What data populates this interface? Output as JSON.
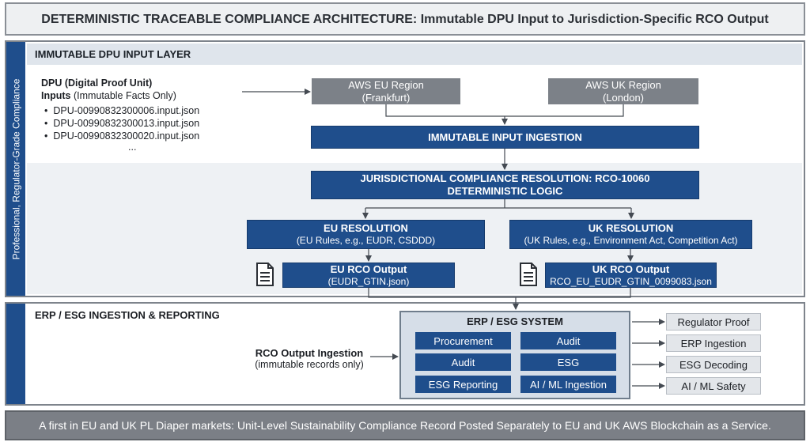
{
  "title": "DETERMINISTIC TRACEABLE COMPLIANCE ARCHITECTURE: Immutable DPU Input to Jurisdiction-Specific RCO Output",
  "side_label": "Professional, Regulator-Grade Compliance",
  "input_layer": {
    "header": "IMMUTABLE DPU INPUT LAYER",
    "dpu_title": "DPU (Digital Proof Unit)",
    "inputs_label": "Inputs",
    "inputs_note": "(Immutable Facts Only)",
    "files": [
      "DPU-00990832300006.input.json",
      "DPU-00990832300013.input.json",
      "DPU-00990832300020.input.json"
    ],
    "ellipsis": "...",
    "aws_eu": {
      "name": "AWS EU Region",
      "location": "(Frankfurt)"
    },
    "aws_uk": {
      "name": "AWS UK Region",
      "location": "(London)"
    },
    "ingestion": "IMMUTABLE INPUT INGESTION",
    "resolution": {
      "line1": "JURISDICTIONAL COMPLIANCE RESOLUTION: RCO-10060",
      "line2": "DETERMINISTIC LOGIC"
    },
    "eu_resolution": {
      "title": "EU RESOLUTION",
      "detail": "(EU Rules, e.g., EUDR, CSDDD)"
    },
    "uk_resolution": {
      "title": "UK RESOLUTION",
      "detail": "(UK Rules, e.g., Environment Act, Competition Act)"
    },
    "eu_output": {
      "title": "EU RCO Output",
      "file": "(EUDR_GTIN.json)"
    },
    "uk_output": {
      "title": "UK RCO Output",
      "file": "RCO_EU_EUDR_GTIN_0099083.json"
    }
  },
  "erp_layer": {
    "header": "ERP / ESG INGESTION & REPORTING",
    "ingest_title": "RCO Output Ingestion",
    "ingest_note": "(immutable records only)",
    "system_title": "ERP / ESG SYSTEM",
    "modules": [
      "Procurement",
      "Audit",
      "Audit",
      "ESG",
      "ESG Reporting",
      "AI / ML Ingestion"
    ],
    "outputs": [
      "Regulator Proof",
      "ERP Ingestion",
      "ESG Decoding",
      "AI / ML Safety"
    ]
  },
  "footer": "A first in EU and UK PL Diaper markets: Unit-Level Sustainability Compliance Record Posted Separately to EU and UK AWS Blockchain as a Service.",
  "colors": {
    "primary_blue": "#1f4e8c",
    "gray_box": "#7c8188",
    "footer_gray": "#7b7f86"
  }
}
